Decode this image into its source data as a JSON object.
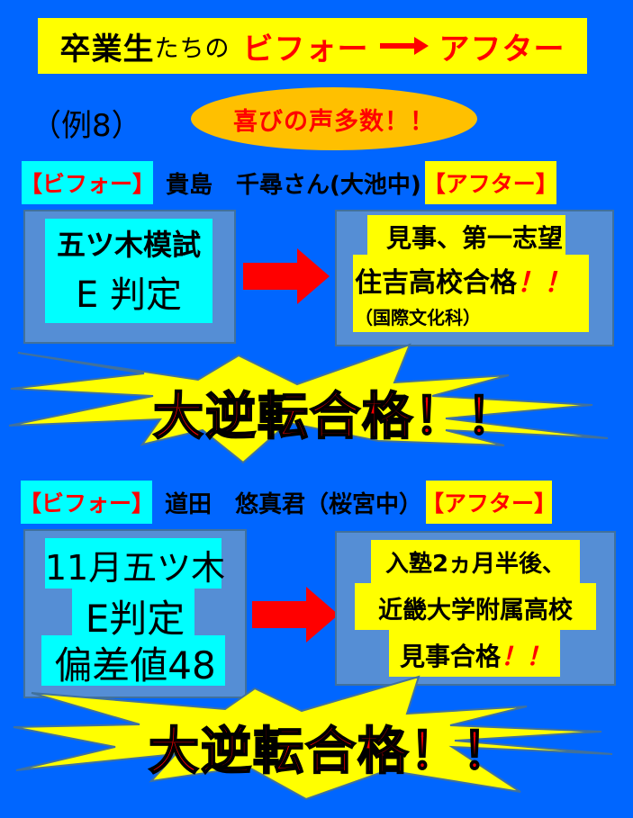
{
  "title": {
    "prefix_large": "卒業生",
    "prefix_small": "たちの",
    "before": "ビフォー",
    "arrow": "right-arrow-icon",
    "after": "アフター"
  },
  "example_label": "（例8）",
  "badge": "喜びの声多数！！",
  "colors": {
    "background": "#0066ff",
    "title_banner": "#ffff00",
    "badge": "#ffc000",
    "accent_red": "#ff0000",
    "before_highlight": "#00ffff",
    "after_highlight": "#ffff00",
    "box_fill": "#558ed5",
    "burst_fill": "#ffff00"
  },
  "cases": [
    {
      "before_tag": "【ビフォー】",
      "student": "貴島　千尋さん(大池中)",
      "after_tag": "【アフター】",
      "before_lines": [
        "五ツ木模試",
        "E 判定"
      ],
      "after_lines": [
        "見事、第一志望",
        "住吉高校合格",
        "（国際文化科）"
      ],
      "after_exclaim": "！！",
      "burst_text": "大逆転合格！！"
    },
    {
      "before_tag": "【ビフォー】",
      "student": "道田　悠真君（桜宮中）",
      "after_tag": "【アフター】",
      "before_lines": [
        "11月五ツ木",
        "E判定",
        "偏差値48"
      ],
      "after_lines": [
        "入塾2ヵ月半後、",
        "近畿大学附属高校",
        "見事合格"
      ],
      "after_exclaim": "！！",
      "burst_text": "大逆転合格！！"
    }
  ]
}
